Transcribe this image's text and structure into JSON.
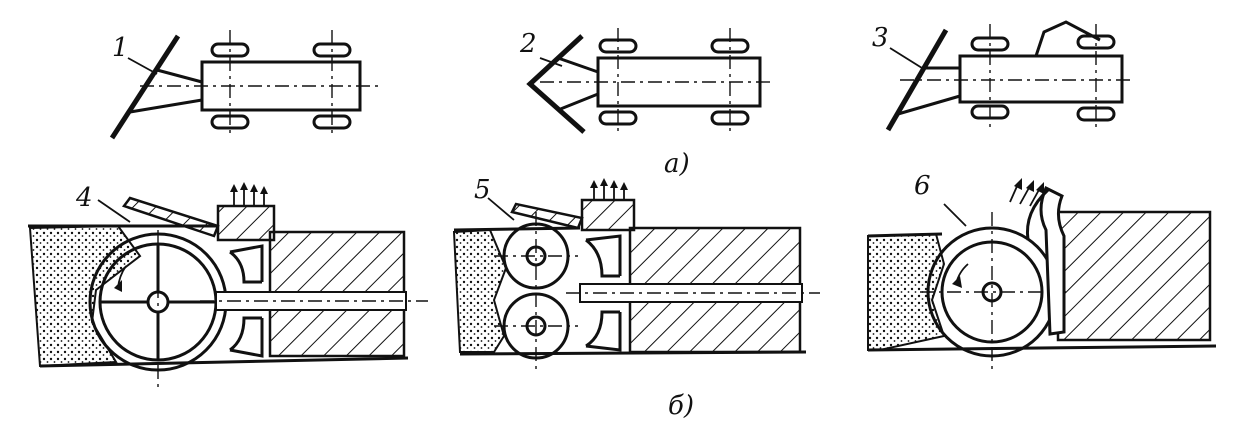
{
  "labels": {
    "item_1": "1",
    "item_2": "2",
    "item_3": "3",
    "item_4": "4",
    "item_5": "5",
    "item_6": "6",
    "row_a": "а)",
    "row_b": "б)"
  },
  "colors": {
    "ink": "#111111",
    "background": "#ffffff"
  }
}
